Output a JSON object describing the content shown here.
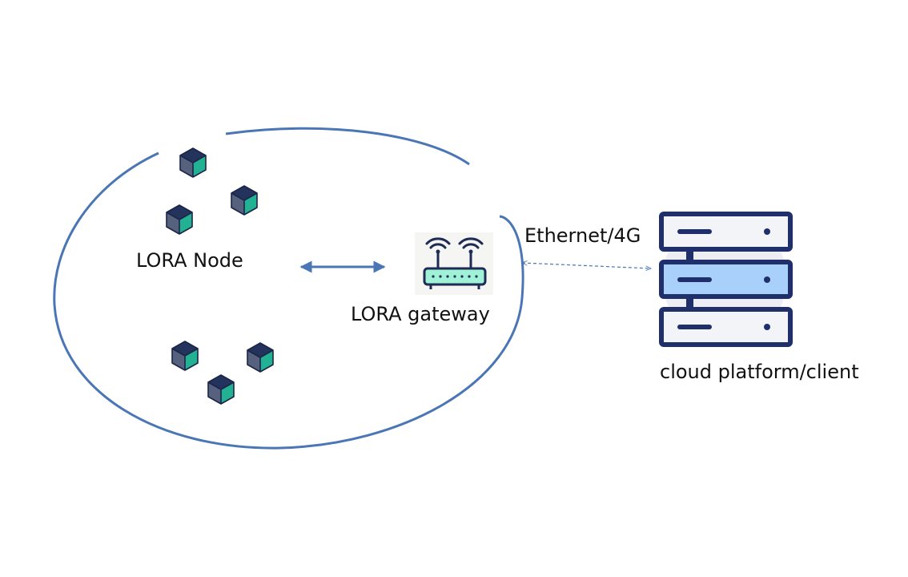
{
  "labels": {
    "node": "LORA Node",
    "gateway": "LORA gateway",
    "link": "Ethernet/4G",
    "cloud": "cloud platform/client"
  },
  "icons": {
    "node": "cube-icon",
    "gateway": "wifi-router-icon",
    "cloud": "server-rack-icon"
  },
  "colors": {
    "ellipse": "#4a76b5",
    "arrow": "#4a76b5",
    "cube_top": "#23335c",
    "cube_left": "#56617e",
    "cube_right": "#23b193",
    "router_body": "#9ff2d6",
    "router_outline": "#1d2b55",
    "server_outline": "#1e2f6c",
    "server_fill": "#eef0f5",
    "server_highlight": "#a9d0fb"
  }
}
